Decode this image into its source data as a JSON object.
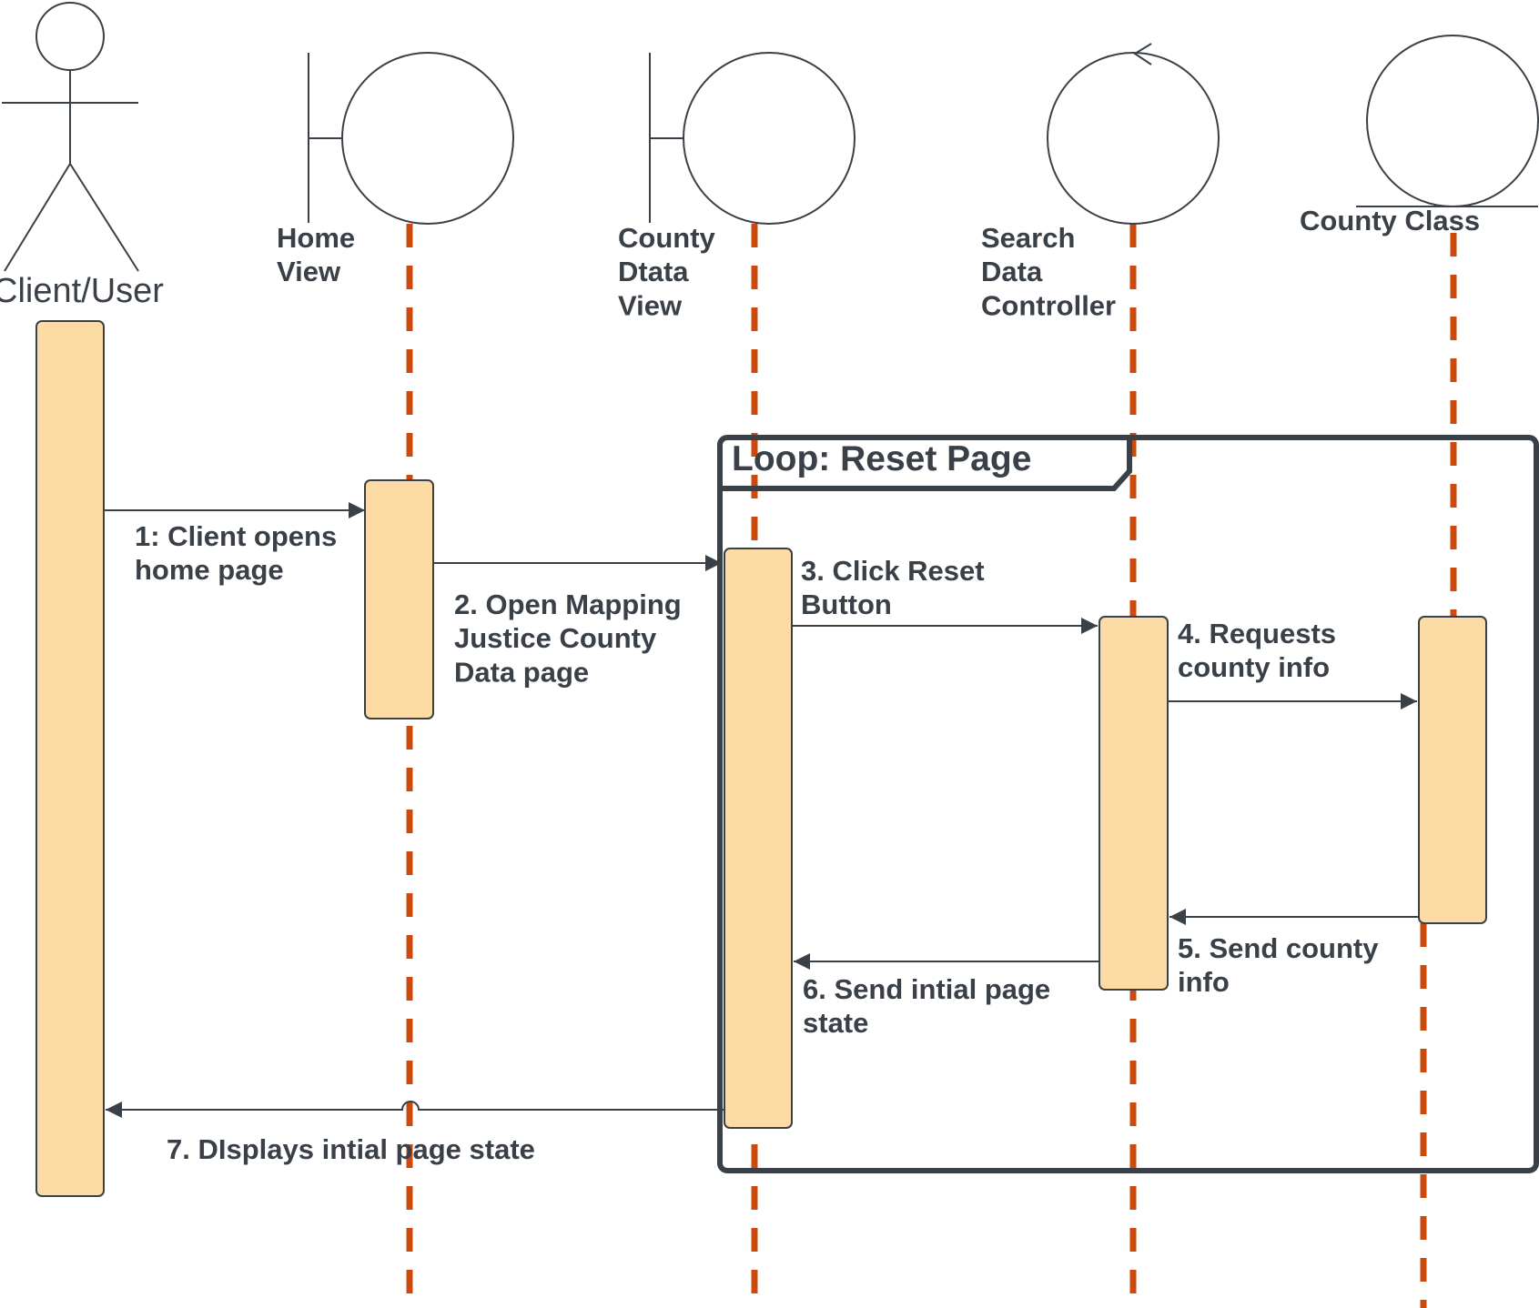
{
  "participants": [
    {
      "id": "client",
      "label": "Client/User",
      "kind": "actor"
    },
    {
      "id": "home",
      "label": "Home\nView",
      "kind": "boundary"
    },
    {
      "id": "county_view",
      "label": "County\nDtata\nView",
      "kind": "boundary"
    },
    {
      "id": "controller",
      "label": "Search\nData\nController",
      "kind": "control"
    },
    {
      "id": "county_class",
      "label": "County Class",
      "kind": "entity"
    }
  ],
  "loop": {
    "label": "Loop: Reset Page"
  },
  "messages": [
    {
      "id": "m1",
      "label": "1: Client opens\nhome page",
      "from": "client",
      "to": "home"
    },
    {
      "id": "m2",
      "label": "2. Open Mapping\nJustice County\nData page",
      "from": "home",
      "to": "county_view"
    },
    {
      "id": "m3",
      "label": "3. Click Reset\nButton",
      "from": "county_view",
      "to": "controller"
    },
    {
      "id": "m4",
      "label": "4. Requests\ncounty info",
      "from": "controller",
      "to": "county_class"
    },
    {
      "id": "m5",
      "label": "5. Send county\ninfo",
      "from": "county_class",
      "to": "controller"
    },
    {
      "id": "m6",
      "label": "6. Send intial page\nstate",
      "from": "controller",
      "to": "county_view"
    },
    {
      "id": "m7",
      "label": "7.  DIsplays intial page state",
      "from": "county_view",
      "to": "client"
    }
  ],
  "colors": {
    "lifeline": "#cc4b0c",
    "activation": "#fddba5",
    "stroke": "#3a4048"
  }
}
